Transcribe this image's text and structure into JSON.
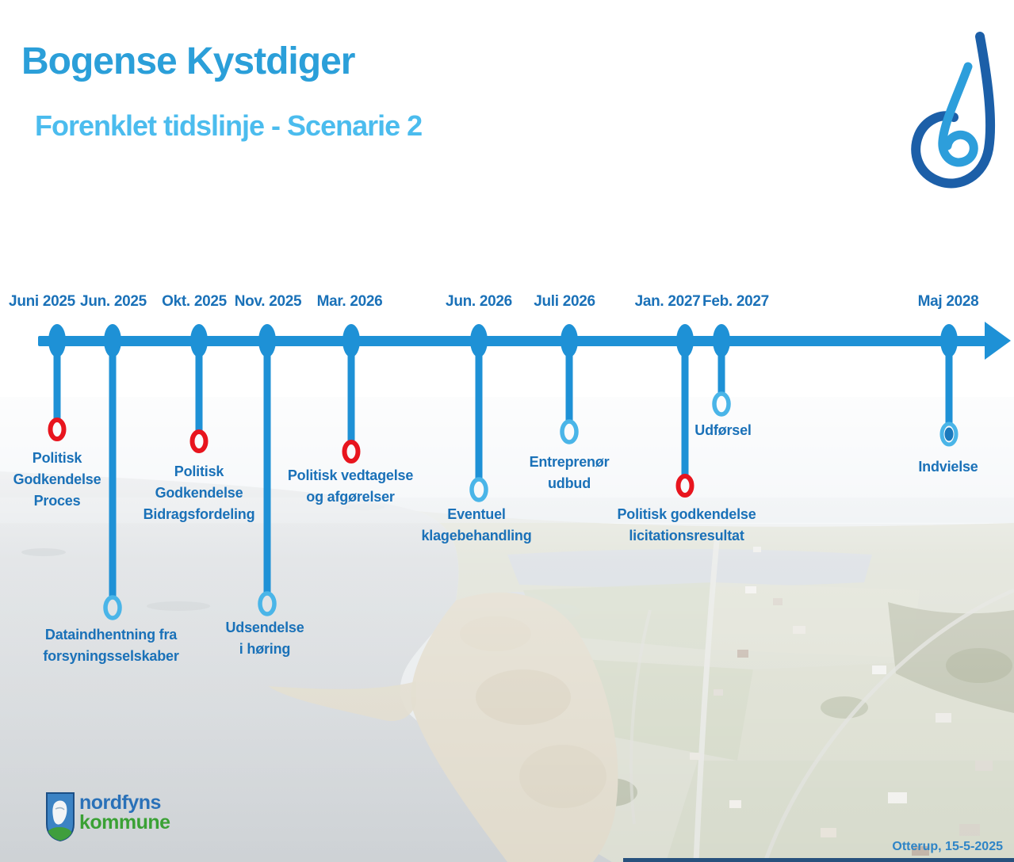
{
  "header": {
    "title": "Bogense Kystdiger",
    "subtitle": "Forenklet tidslinje - Scenarie 2"
  },
  "timeline": {
    "dates": [
      "Juni 2025",
      "Jun. 2025",
      "Okt. 2025",
      "Nov. 2025",
      "Mar. 2026",
      "Jun. 2026",
      "Juli 2026",
      "Jan. 2027",
      "Feb. 2027",
      "Maj 2028"
    ],
    "milestones": [
      {
        "date": "Juni 2025",
        "label": "Politisk\nGodkendelse\nProces",
        "marker": "red-ring"
      },
      {
        "date": "Jun. 2025",
        "label": "Dataindhentning fra\nforsyningsselskaber",
        "marker": "blue-ring"
      },
      {
        "date": "Okt. 2025",
        "label": "Politisk\nGodkendelse\nBidragsfordeling",
        "marker": "red-ring"
      },
      {
        "date": "Nov. 2025",
        "label": "Udsendelse\ni høring",
        "marker": "blue-ring"
      },
      {
        "date": "Mar. 2026",
        "label": "Politisk vedtagelse\nog afgørelser",
        "marker": "red-ring"
      },
      {
        "date": "Jun. 2026",
        "label": "Eventuel\nklagebehandling",
        "marker": "blue-ring"
      },
      {
        "date": "Juli 2026",
        "label": "Entreprenør\nudbud",
        "marker": "blue-ring"
      },
      {
        "date": "Jan. 2027",
        "label": "Politisk godkendelse\nlicitationsresultat",
        "marker": "red-ring"
      },
      {
        "date": "Feb. 2027",
        "label": "Udførsel",
        "marker": "blue-ring"
      },
      {
        "date": "Maj 2028",
        "label": "Indvielse",
        "marker": "filled-dot"
      }
    ]
  },
  "colors": {
    "timeline_blue": "#1e91d6",
    "label_blue": "#1a71b8",
    "title_blue": "#2b9fd9",
    "subtitle_blue": "#4bbcee",
    "red_marker": "#e8151e",
    "light_blue_marker": "#4ab5e8",
    "filled_marker_inner": "#1a79bd",
    "drop_logo_dark": "#1c5fa8",
    "drop_logo_light": "#2d9edb"
  },
  "logos": {
    "municipality_line1": "nordfyns",
    "municipality_line2": "kommune"
  },
  "footer": {
    "place_date": "Otterup, 15-5-2025"
  }
}
